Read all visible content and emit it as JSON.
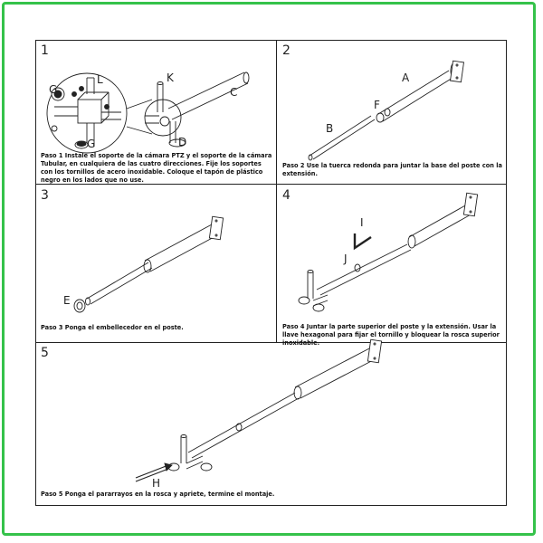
{
  "panels": [
    {
      "number": "1",
      "caption": "Paso 1 Instale el soporte de la cámara PTZ y el soporte de la cámara Tubular, en cualquiera de las cuatro direcciones. Fije los soportes con los tornillos de acero inoxidable. Coloque el tapón de plástico negro en los lados que no use.",
      "labels": {
        "g1": "G",
        "l": "L",
        "k": "K",
        "c": "C",
        "d": "D",
        "g2": "G"
      }
    },
    {
      "number": "2",
      "caption": "Paso 2 Use la tuerca redonda para juntar la base del poste con la extensión.",
      "labels": {
        "a": "A",
        "f": "F",
        "b": "B"
      }
    },
    {
      "number": "3",
      "caption": "Paso 3 Ponga el embellecedor en el poste.",
      "labels": {
        "e": "E"
      }
    },
    {
      "number": "4",
      "caption": "Paso 4  Juntar la parte superior del poste y la extensión. Usar la llave hexagonal para fijar el tornillo y bloquear la rosca superior inoxidable.",
      "labels": {
        "i": "I",
        "j": "J"
      }
    },
    {
      "number": "5",
      "caption": "Paso 5 Ponga el pararrayos en la rosca y apriete, termine el montaje.",
      "labels": {
        "h": "H"
      }
    }
  ],
  "colors": {
    "border": "#35c24a",
    "line": "#222222"
  }
}
